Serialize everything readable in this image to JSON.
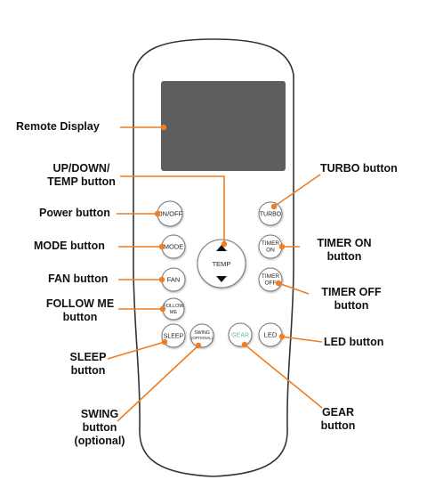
{
  "colors": {
    "accent": "#F07D22",
    "gear_label": "#6DBE8F",
    "remote_body": "#FFFFFF",
    "display": "#5E5E5E",
    "outline": "#333333"
  },
  "remote": {
    "buttons": {
      "onoff": "ON/OFF",
      "mode": "MODE",
      "fan": "FAN",
      "follow_me": [
        "FOLLOW",
        "ME"
      ],
      "sleep": "SLEEP",
      "swing": [
        "SWING",
        "(OPTIONAL)"
      ],
      "gear": "GEAR",
      "led": "LED",
      "turbo": "TURBO",
      "timer_on": [
        "TIMER",
        "ON"
      ],
      "timer_off": [
        "TIMER",
        "OFF"
      ],
      "temp": "TEMP"
    }
  },
  "callouts": {
    "remote_display": "Remote Display",
    "up_down_temp": [
      "UP/DOWN/",
      "TEMP button"
    ],
    "turbo": "TURBO button",
    "power": "Power button",
    "mode": "MODE button",
    "timer_on": [
      "TIMER ON",
      "button"
    ],
    "fan": "FAN button",
    "timer_off": [
      "TIMER OFF",
      "button"
    ],
    "follow_me": [
      "FOLLOW ME",
      "button"
    ],
    "led": "LED button",
    "sleep": [
      "SLEEP",
      "button"
    ],
    "swing": [
      "SWING",
      "button",
      "(optional)"
    ],
    "gear": [
      "GEAR",
      "button"
    ]
  }
}
